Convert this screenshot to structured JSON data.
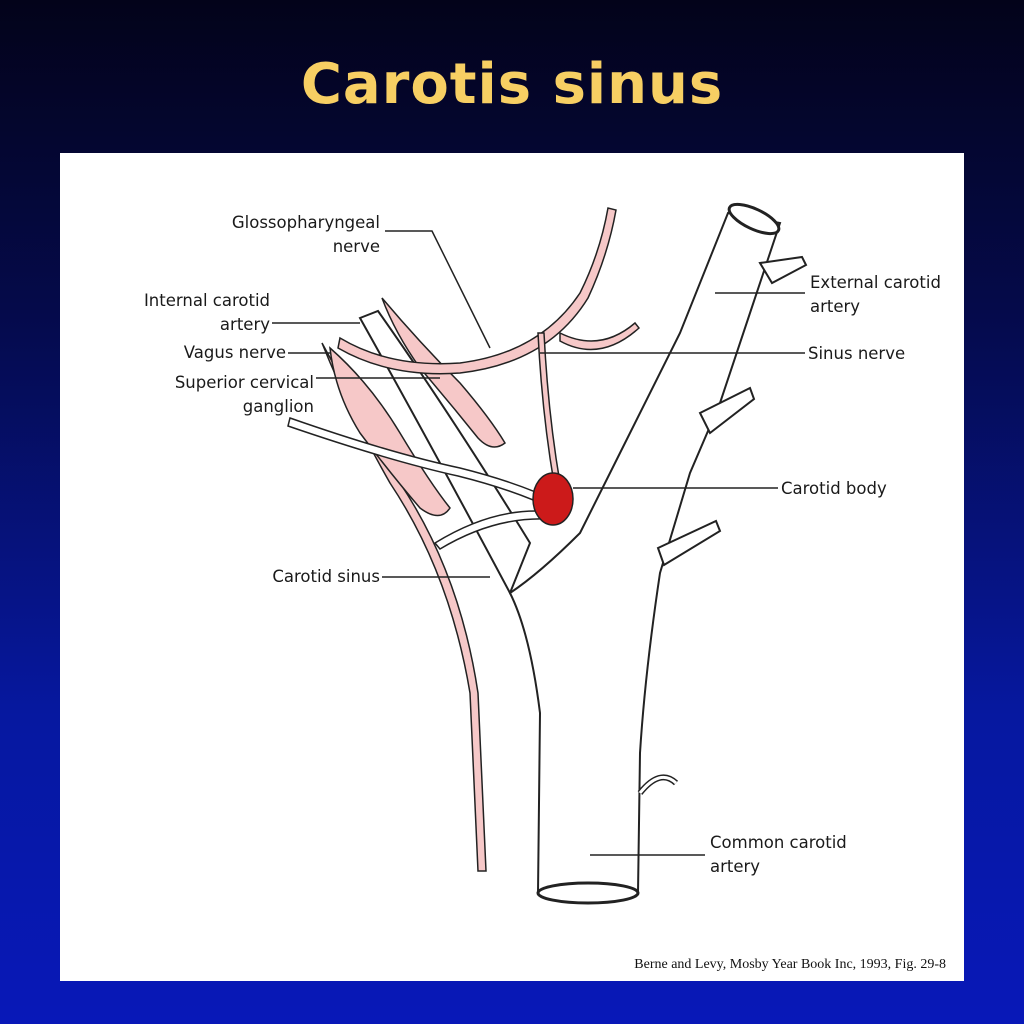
{
  "slide": {
    "title": "Carotis sinus",
    "background_top": "#03031a",
    "background_bottom": "#0818b8",
    "title_color": "#f7cf63"
  },
  "figure": {
    "labels": {
      "glossopharyngeal_line1": "Glossopharyngeal",
      "glossopharyngeal_line2": "nerve",
      "internal_carotid_line1": "Internal carotid",
      "internal_carotid_line2": "artery",
      "vagus": "Vagus nerve",
      "superior_cervical_line1": "Superior cervical",
      "superior_cervical_line2": "ganglion",
      "carotid_sinus": "Carotid sinus",
      "external_carotid_line1": "External carotid",
      "external_carotid_line2": "artery",
      "sinus_nerve": "Sinus nerve",
      "carotid_body": "Carotid body",
      "common_carotid_line1": "Common carotid",
      "common_carotid_line2": "artery"
    },
    "colors": {
      "nerve_fill": "#f6c8c8",
      "carotid_body": "#cc1a1a",
      "outline": "#222222"
    },
    "caption": "Berne and Levy, Mosby Year Book Inc, 1993, Fig. 29-8"
  }
}
